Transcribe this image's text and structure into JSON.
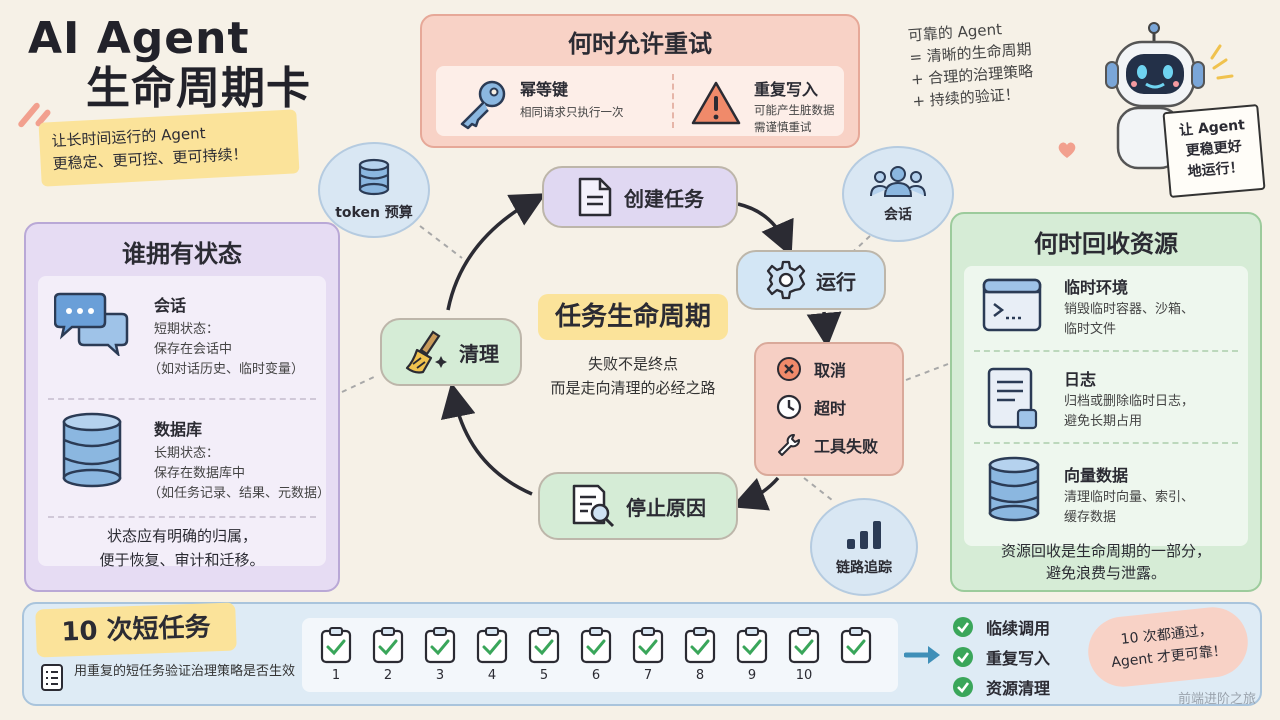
{
  "title": {
    "line1": "AI Agent",
    "line2": "生命周期卡"
  },
  "tagline": {
    "line1": "让长时间运行的 Agent",
    "line2": "更稳定、更可控、更可持续！"
  },
  "retry": {
    "title": "何时允许重试",
    "idempotent": {
      "title": "幂等键",
      "desc": "相同请求只执行一次",
      "icon": "key-icon"
    },
    "rewrite": {
      "title": "重复写入",
      "desc1": "可能产生脏数据",
      "desc2": "需谨慎重试",
      "icon": "warning-icon"
    }
  },
  "formula": {
    "line1": "可靠的 Agent",
    "line2": "= 清晰的生命周期",
    "line3": "+ 合理的治理策略",
    "line4": "+ 持续的验证！"
  },
  "robot_sign": {
    "line1": "让 Agent",
    "line2": "更稳更好",
    "line3": "地运行！"
  },
  "state": {
    "title": "谁拥有状态",
    "session": {
      "title": "会话",
      "l1": "短期状态：",
      "l2": "保存在会话中",
      "l3": "（如对话历史、临时变量）"
    },
    "db": {
      "title": "数据库",
      "l1": "长期状态：",
      "l2": "保存在数据库中",
      "l3": "（如任务记录、结果、元数据）"
    },
    "foot1": "状态应有明确的归属，",
    "foot2": "便于恢复、审计和迁移。"
  },
  "cycle": {
    "center_title": "任务生命周期",
    "center_sub1": "失败不是终点",
    "center_sub2": "而是走向清理的必经之路",
    "create": "创建任务",
    "run": "运行",
    "stop": "停止原因",
    "clean": "清理",
    "fail": [
      "取消",
      "超时",
      "工具失败"
    ]
  },
  "bubbles": {
    "token": "token 预算",
    "session": "会话",
    "trace": "链路追踪"
  },
  "cleanup": {
    "title": "何时回收资源",
    "env": {
      "title": "临时环境",
      "l1": "销毁临时容器、沙箱、",
      "l2": "临时文件"
    },
    "log": {
      "title": "日志",
      "l1": "归档或删除临时日志，",
      "l2": "避免长期占用"
    },
    "vec": {
      "title": "向量数据",
      "l1": "清理临时向量、索引、",
      "l2": "缓存数据"
    },
    "foot1": "资源回收是生命周期的一部分，",
    "foot2": "避免浪费与泄露。"
  },
  "bottom": {
    "title": "10 次短任务",
    "desc": "用重复的短任务验证治理策略是否生效",
    "tasks": [
      "1",
      "2",
      "3",
      "4",
      "5",
      "6",
      "7",
      "8",
      "9",
      "10"
    ],
    "checks": [
      "临续调用",
      "重复写入",
      "资源清理"
    ],
    "pass1": "10 次都通过，",
    "pass2": "Agent 才更可靠！",
    "watermark": "前端进阶之旅"
  },
  "colors": {
    "purple": "#e6dcf3",
    "green": "#d6ecd6",
    "blue": "#d9e7f3",
    "pink": "#f8d2c6",
    "yellow": "#fbe39a",
    "check": "#3aa65a"
  }
}
